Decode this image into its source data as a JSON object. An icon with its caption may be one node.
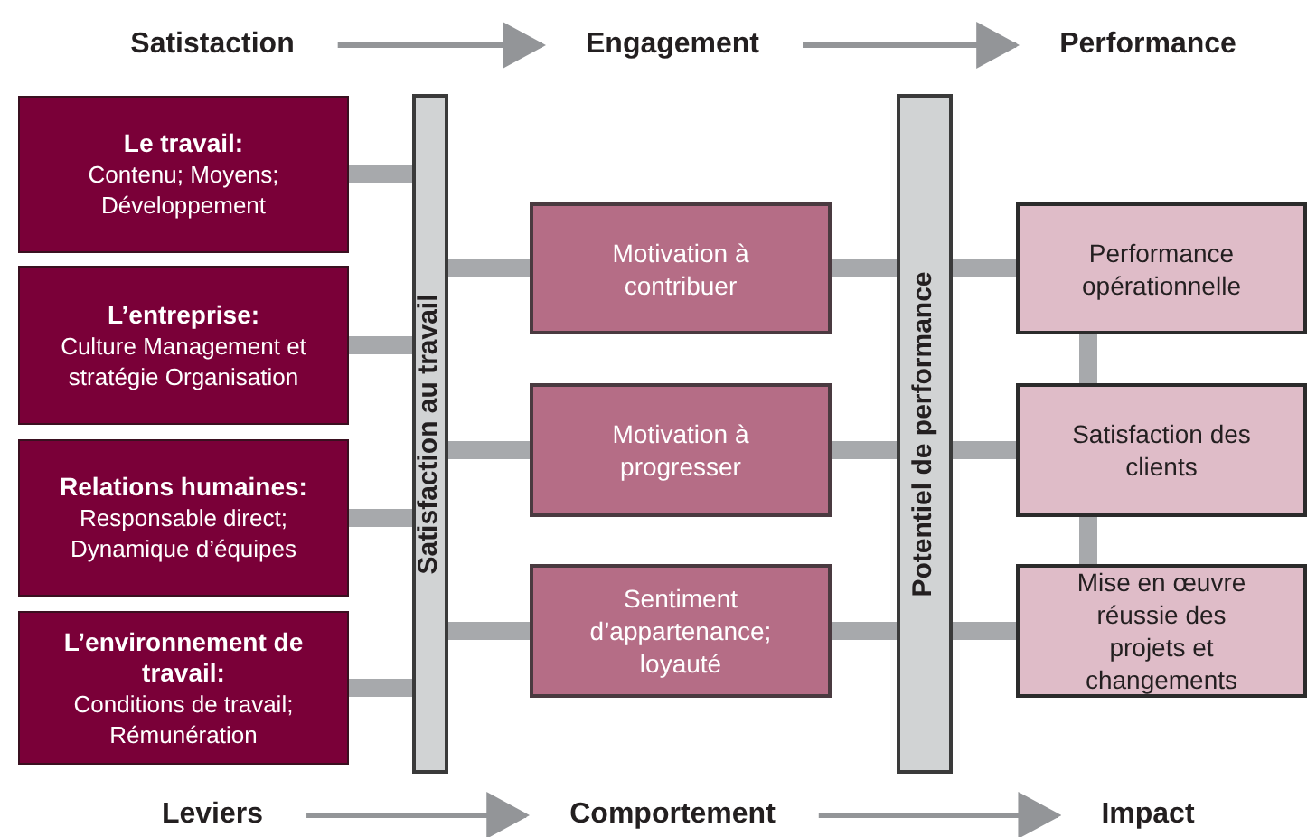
{
  "diagram": {
    "nodes": [
      {
        "text": [
          "Satistaction"
        ]
      },
      {
        "text": [
          "Engagement"
        ]
      },
      {
        "text": [
          "Performance"
        ]
      },
      {
        "text": [
          "Le travail:",
          "Contenu; Moyens; Développement"
        ]
      },
      {
        "text": [
          "L’entreprise:",
          "Culture Management et stratégie Organisation"
        ]
      },
      {
        "text": [
          "Relations humaines:",
          "Responsable direct; Dynamique d’équipes"
        ]
      },
      {
        "text": [
          "L’environnement de travail:",
          "Conditions de travail; Rémunération"
        ]
      },
      {
        "text": [
          "Satisfaction au travail"
        ]
      },
      {
        "text": [
          "Motivation à contribuer"
        ]
      },
      {
        "text": [
          "Motivation à progresser"
        ]
      },
      {
        "text": [
          "Sentiment d’appartenance; loyauté"
        ]
      },
      {
        "text": [
          "Potentiel de performance"
        ]
      },
      {
        "text": [
          "Performance opérationnelle"
        ]
      },
      {
        "text": [
          "Satisfaction des clients"
        ]
      },
      {
        "text": [
          "Mise en œuvre réussie des projets et changements"
        ]
      },
      {
        "text": [
          "Leviers"
        ]
      },
      {
        "text": [
          "Comportement"
        ]
      },
      {
        "text": [
          "Impact"
        ]
      }
    ],
    "edges": [
      {
        "from": 0,
        "to": 1,
        "arrow": "to"
      },
      {
        "from": 1,
        "to": 2,
        "arrow": "to"
      },
      {
        "from": 3,
        "to": 7,
        "arrow": "none"
      },
      {
        "from": 4,
        "to": 7,
        "arrow": "none"
      },
      {
        "from": 5,
        "to": 7,
        "arrow": "none"
      },
      {
        "from": 6,
        "to": 7,
        "arrow": "none"
      },
      {
        "from": 7,
        "to": 8,
        "arrow": "none"
      },
      {
        "from": 7,
        "to": 9,
        "arrow": "none"
      },
      {
        "from": 7,
        "to": 10,
        "arrow": "none"
      },
      {
        "from": 8,
        "to": 11,
        "arrow": "none"
      },
      {
        "from": 9,
        "to": 11,
        "arrow": "none"
      },
      {
        "from": 10,
        "to": 11,
        "arrow": "none"
      },
      {
        "from": 11,
        "to": 12,
        "arrow": "none"
      },
      {
        "from": 11,
        "to": 13,
        "arrow": "none"
      },
      {
        "from": 11,
        "to": 14,
        "arrow": "none"
      },
      {
        "from": 12,
        "to": 13,
        "arrow": "none"
      },
      {
        "from": 13,
        "to": 14,
        "arrow": "none"
      },
      {
        "from": 15,
        "to": 16,
        "arrow": "to"
      },
      {
        "from": 16,
        "to": 17,
        "arrow": "to"
      }
    ]
  }
}
